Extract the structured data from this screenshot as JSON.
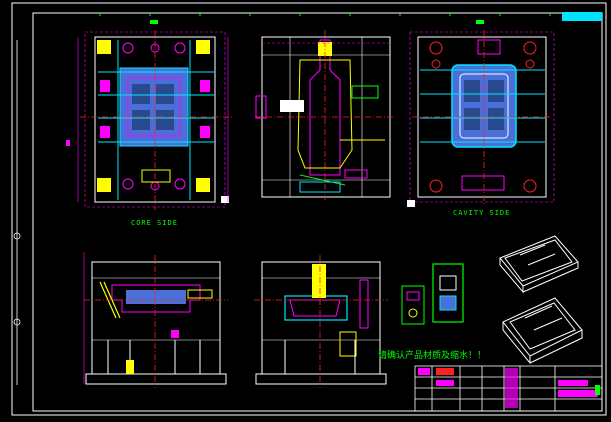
{
  "drawing": {
    "core_side_label": "CORE SIDE",
    "cavity_side_label": "CAVITY SIDE",
    "note": "请确认产品材质及缩水！！"
  },
  "colors": {
    "background": "#000000",
    "border": "#ffffff",
    "center_line": "#ff2020",
    "outline": "#ffffff",
    "dimension": "#ff00ff",
    "text_green": "#00ff00",
    "component_cyan": "#00e5ff",
    "component_yellow": "#ffff00",
    "component_blue": "#4a6fd8"
  }
}
